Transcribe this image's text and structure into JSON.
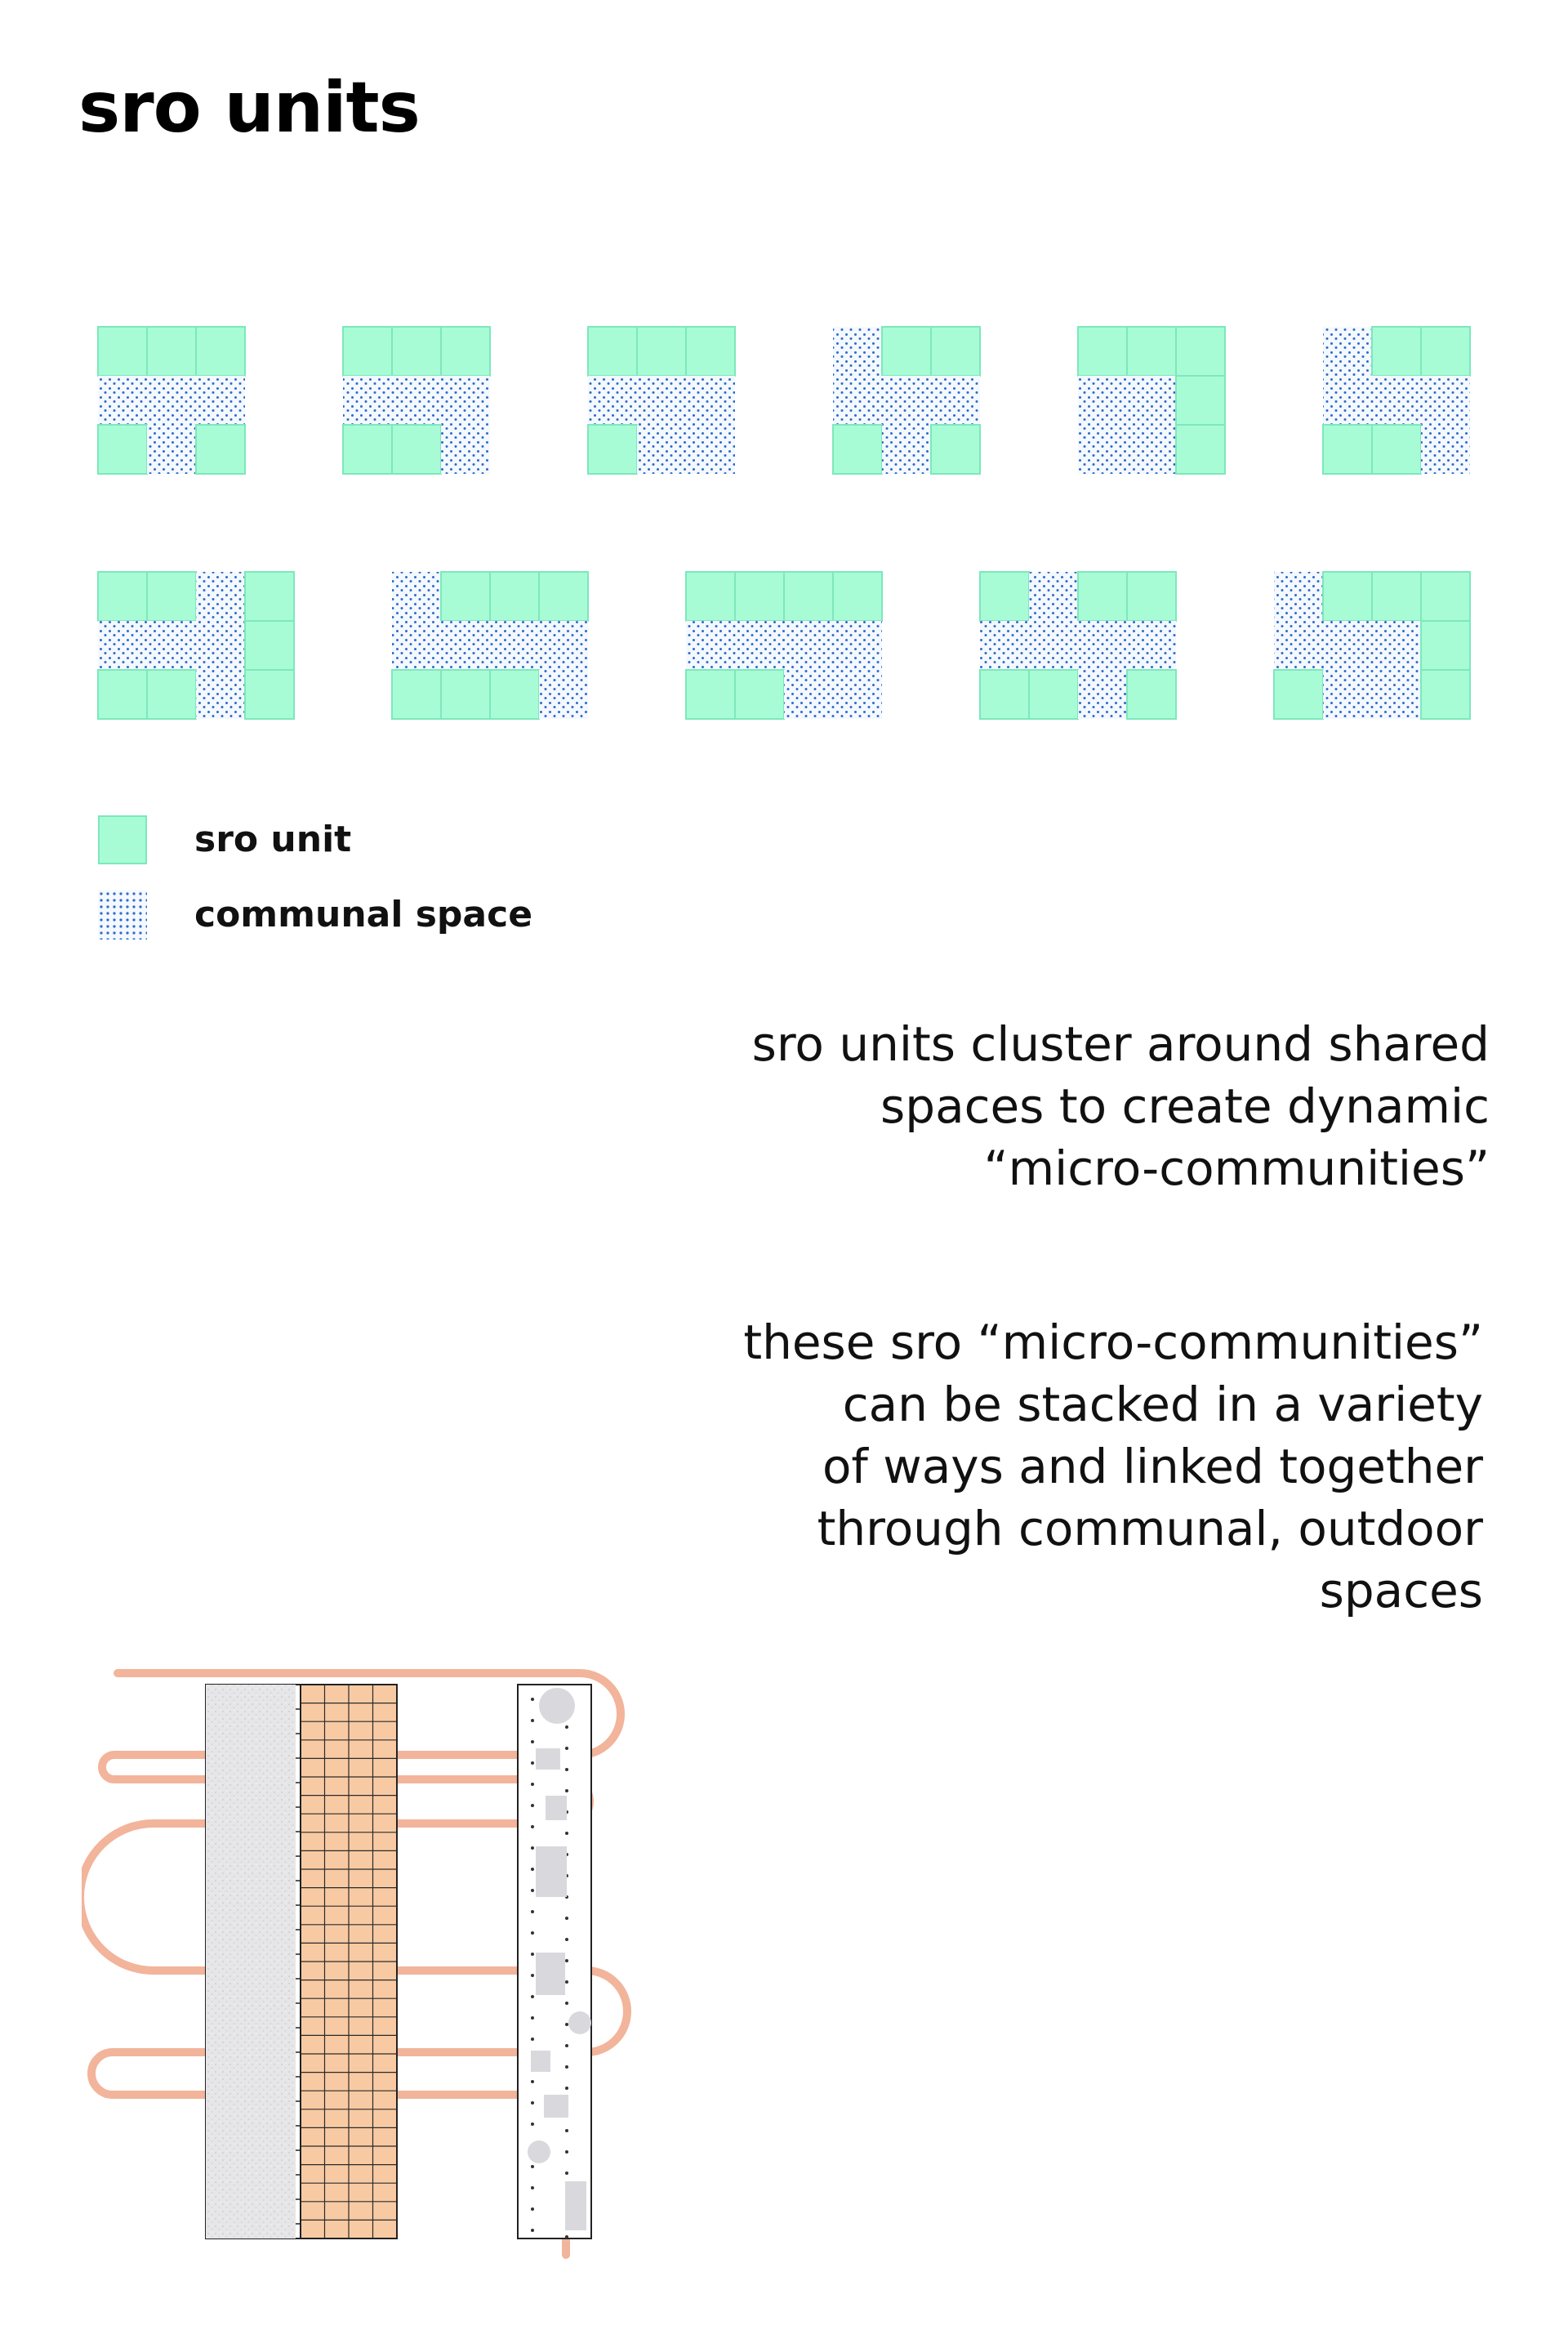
{
  "title": "sro units",
  "legend": {
    "unit_label": "sro unit",
    "communal_label": "communal space"
  },
  "captions": {
    "first": "sro units cluster around shared\nspaces to create dynamic\n“micro-communities”",
    "second": "these sro “micro-communities”\ncan be stacked in a variety\nof ways and linked together\nthrough communal, outdoor\nspaces"
  },
  "colors": {
    "unit_fill": "#a7fcd6",
    "unit_stroke": "#7de8bb",
    "communal_dot": "#2f6bc8",
    "path": "#f2b49a",
    "grid_fill": "#f8caa3",
    "texture": "#e4e4e6",
    "outline": "#222222"
  },
  "layouts": [
    {
      "grid": [
        "UUU",
        "CCC",
        "UCU"
      ]
    },
    {
      "grid": [
        "UUU",
        "CCC",
        "UUC"
      ]
    },
    {
      "grid": [
        "UUU",
        "CCC",
        "UCC"
      ]
    },
    {
      "grid": [
        "CUU",
        "CCC",
        "UCU"
      ]
    },
    {
      "grid": [
        "UUU",
        "CCU",
        "CCU"
      ]
    },
    {
      "grid": [
        "CUU",
        "CCC",
        "UUC"
      ]
    },
    {
      "grid": [
        "UUCU",
        "CCCU",
        "UUCU"
      ]
    },
    {
      "grid": [
        "CUUU",
        "CCCC",
        "UUUC"
      ]
    },
    {
      "grid": [
        "UUUU",
        "CCCC",
        "UUCC"
      ]
    },
    {
      "grid": [
        "UCUU",
        "CCCC",
        "UUCU"
      ]
    },
    {
      "grid": [
        "CUUU",
        "CCCU",
        "UCCU"
      ]
    }
  ]
}
